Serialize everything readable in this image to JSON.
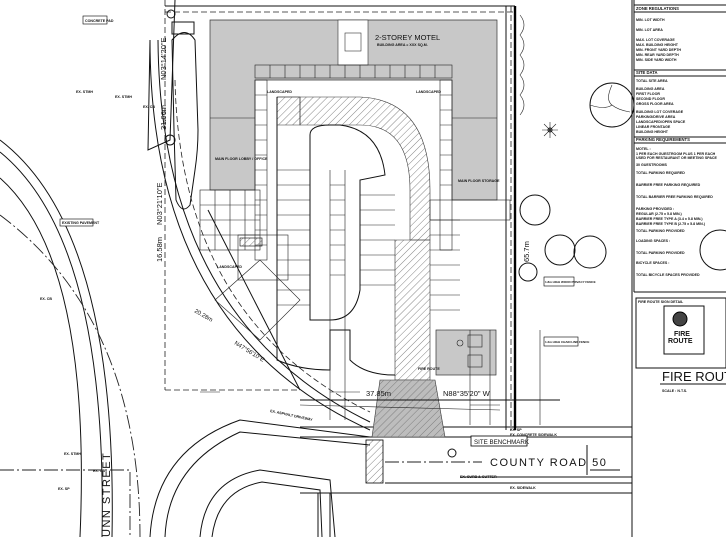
{
  "building": {
    "title": "2-STOREY MOTEL",
    "subtitle": "BUILDING AREA = XXX SQ.M."
  },
  "roads": {
    "county_road": "COUNTY ROAD 50",
    "street": "UNN STREET"
  },
  "labels": {
    "site_benchmark": "SITE BENCHMARK",
    "landscaped_1": "LANDSCAPED",
    "landscaped_2": "LANDSCAPED",
    "landscaped_3": "LANDSCAPED",
    "main_floor_lobby": "MAIN FLOOR LOBBY / OFFICE",
    "main_floor_storage": "MAIN FLOOR STORAGE",
    "fire_route_note": "FIRE ROUTE",
    "existing_pavement": "EXISTING PAVEMENT",
    "concrete_pad": "CONCRETE PAD",
    "fence_note": "1.8m HIGH WOOD PRIVACY FENCE",
    "fence_note_2": "1.2m HIGH CHAIN LINK FENCE",
    "ex_cb_1": "EX. CB",
    "ex_cb_2": "EX. CB",
    "ex_cb_3": "EX. CB",
    "ex_stmh_1": "EX. STMH",
    "ex_stmh_2": "EX. STMH",
    "ex_stmh_3": "EX. STMH",
    "ex_sp": "EX. SP",
    "ex_sp_2": "EX. SP",
    "ex_curb": "EX. CURB & GUTTER",
    "ex_sidewalk": "EX. SIDEWALK",
    "ex_conc_sidewalk": "EX. CONCRETE SIDEWALK",
    "ex_asphalt": "EX. ASPHALT DRIVEWAY"
  },
  "dimensions": {
    "south_length": "37.85m",
    "south_bearing": "N88°35'20\" W",
    "east_length": "65.7m",
    "west_length_1": "31.66m",
    "west_bearing_1": "N03°14'20\"E",
    "west_length_2": "16.58m",
    "west_bearing_2": "N03°21'10\"E",
    "diag_length": "20.28m",
    "diag_bearing": "N47°56'10\"E"
  },
  "title_block": {
    "zone_heading": "ZONE REGULATIONS",
    "zone_rows": [
      "MIN. LOT WIDTH",
      "MIN. LOT AREA",
      "MAX. LOT COVERAGE",
      "MAX. BUILDING HEIGHT",
      "MIN. FRONT YARD DEPTH",
      "MIN. REAR YARD DEPTH",
      "MIN. SIDE YARD WIDTH"
    ],
    "site_heading": "SITE DATA",
    "site_rows": [
      "TOTAL SITE AREA",
      "BUILDING AREA",
      "FIRST FLOOR",
      "SECOND FLOOR",
      "GROSS FLOOR AREA",
      "BUILDING LOT COVERAGE",
      "PARKING/DRIVE AREA",
      "LANDSCAPED/OPEN SPACE",
      "LINEAR FRONTAGE",
      "BUILDING HEIGHT"
    ],
    "parking_heading": "PARKING REQUIREMENTS",
    "parking_rows": [
      "MOTEL :",
      "1 PER EACH GUESTROOM PLUS 1 PER EACH",
      "USED FOR RESTAURANT OR MEETING SPACE",
      "30 GUESTROOMS",
      "TOTAL PARKING REQUIRED",
      "BARRIER FREE PARKING REQUIRED",
      "TOTAL BARRIER FREE PARKING REQUIRED",
      "PARKING PROVIDED :",
      "REGULAR (2.75 x 5.8 MIN.)",
      "BARRIER FREE TYPE A (3.4 x 5.8 MIN.)",
      "BARRIER FREE TYPE B (2.75 x 5.8 MIN.)",
      "TOTAL PARKING PROVIDED",
      "LOADING SPACES :",
      "TOTAL PARKING PROVIDED",
      "BICYCLE SPACES :",
      "TOTAL BICYCLE SPACES PROVIDED"
    ],
    "fire_detail_heading": "FIRE ROUTE SIGN DETAIL",
    "sign_line_1": "FIRE",
    "sign_line_2": "ROUTE",
    "detail_title": "FIRE ROUT",
    "detail_scale": "SCALE : N.T.S."
  }
}
